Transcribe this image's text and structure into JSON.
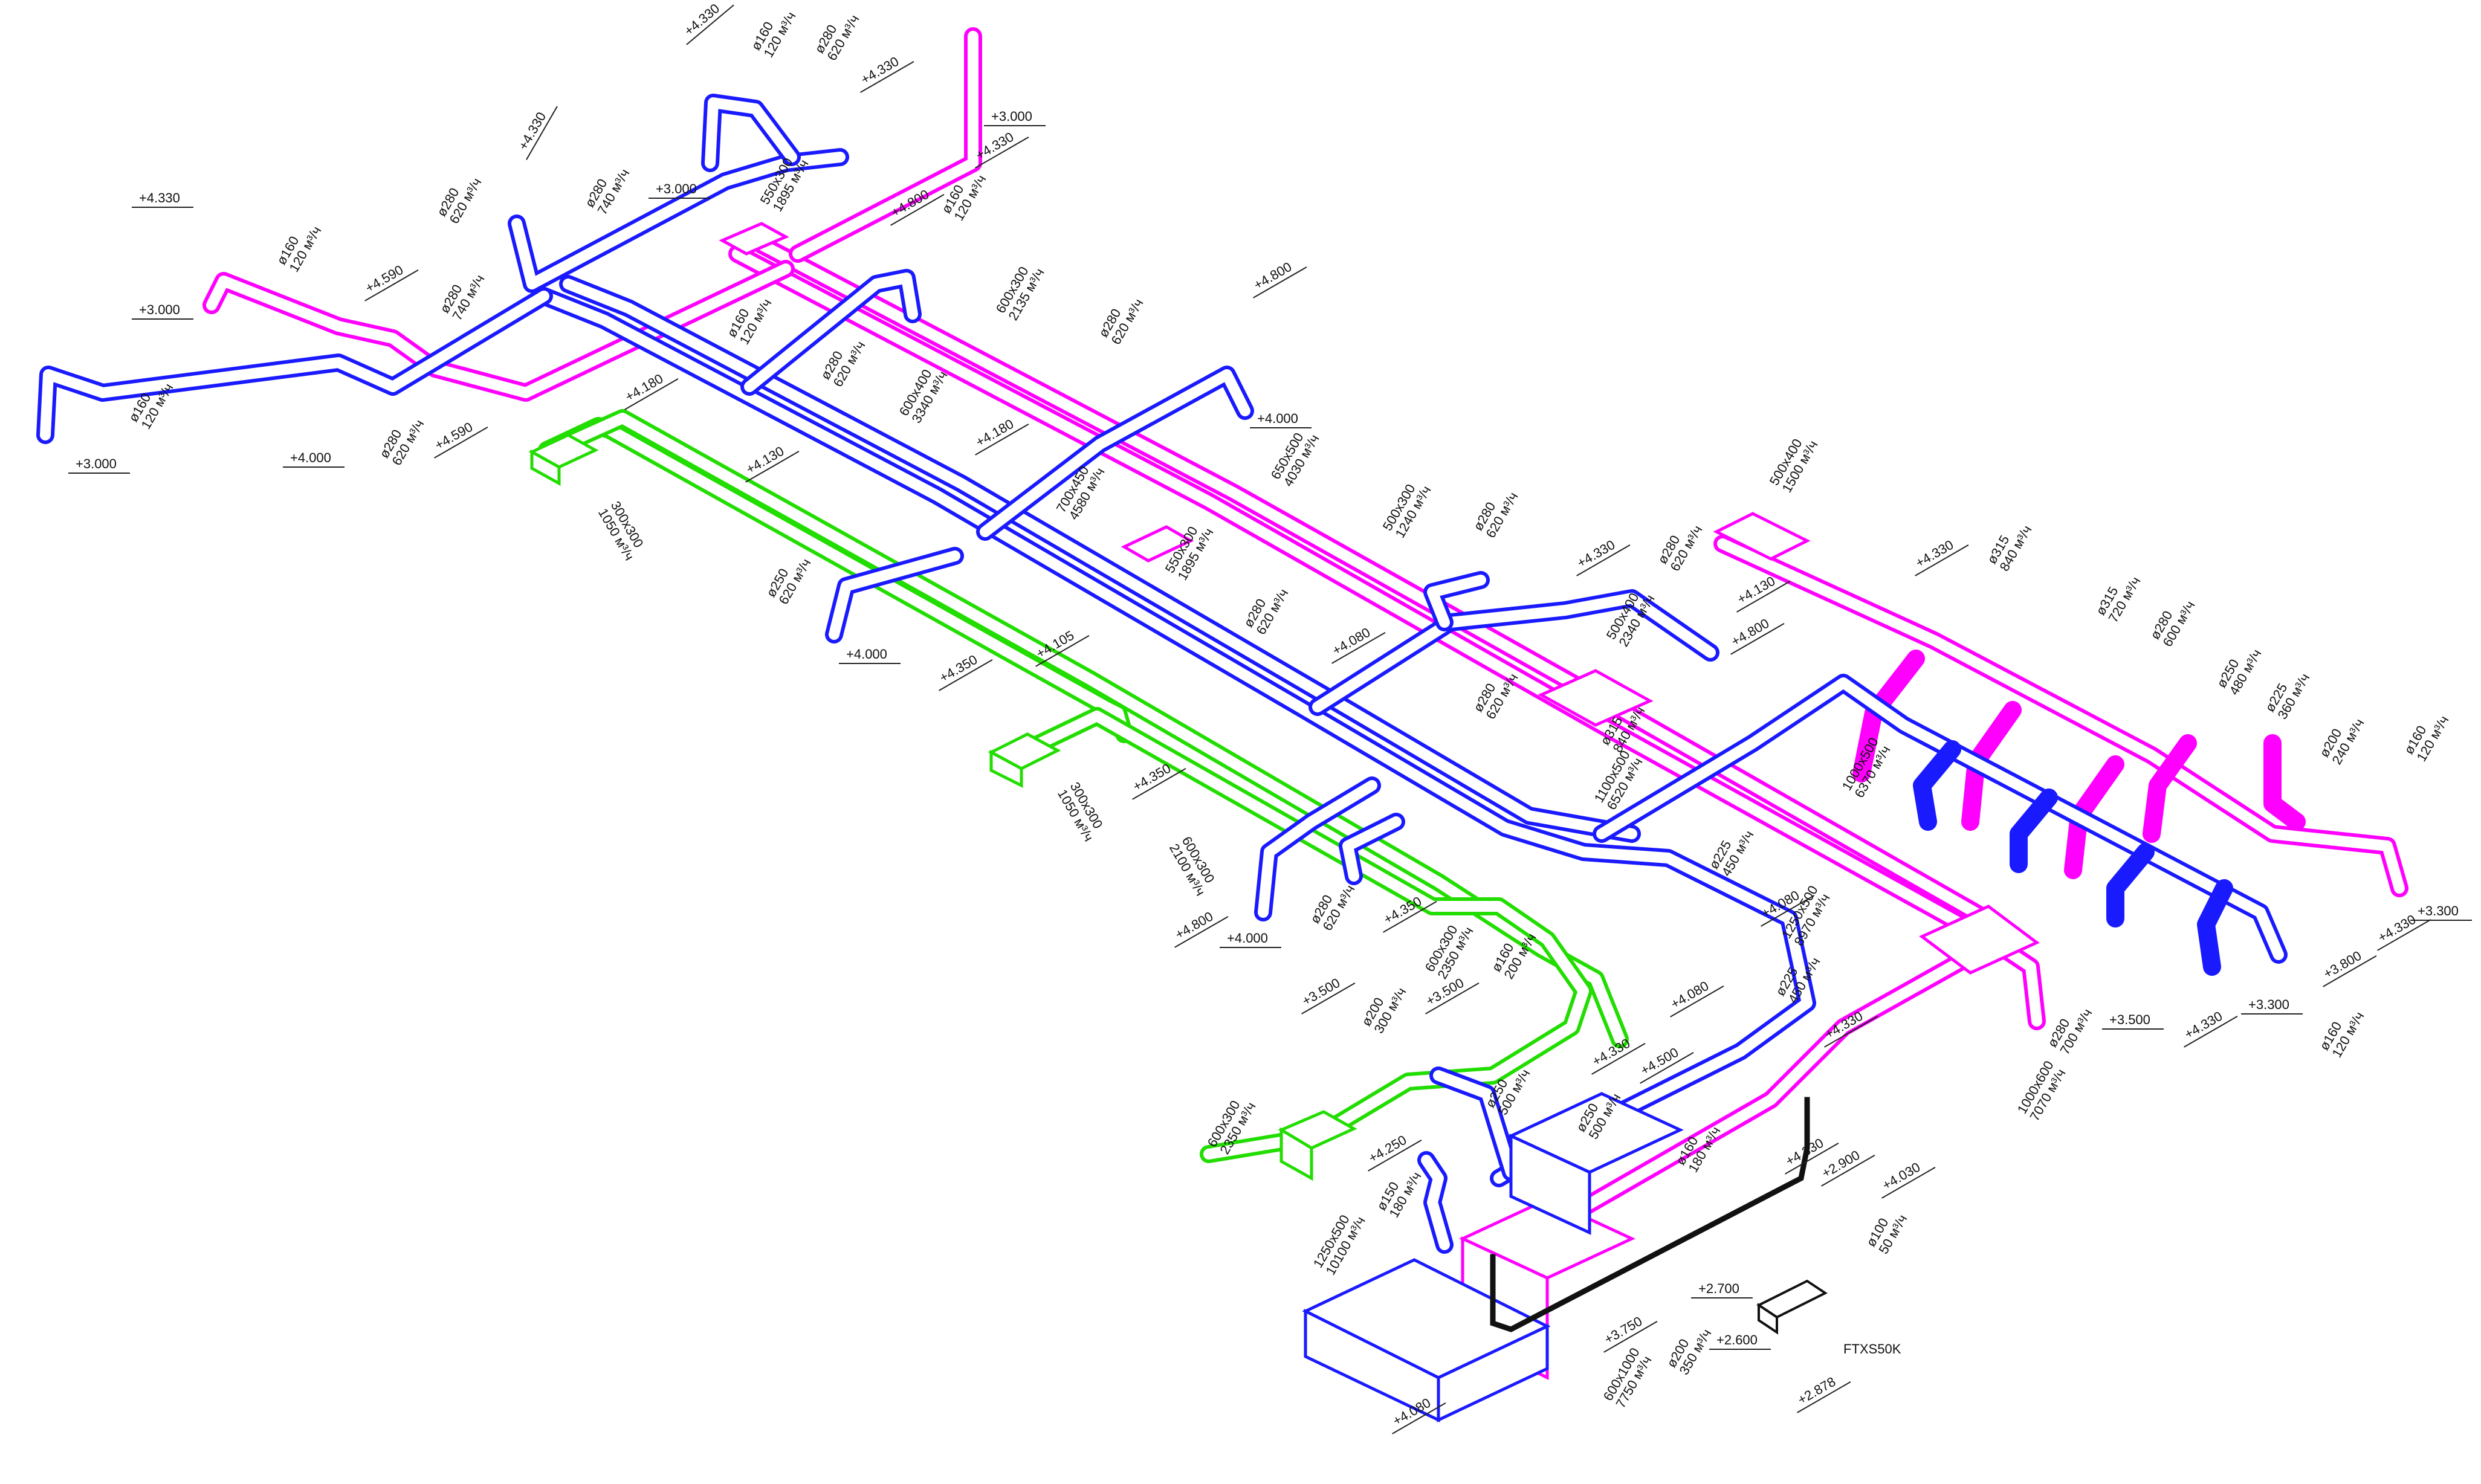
{
  "colors": {
    "supply": "#1a1aff",
    "extract": "#ff00ff",
    "outdoor": "#22dd00",
    "condensate": "#111111"
  },
  "labels": {
    "e1": [
      "+4.330"
    ],
    "e2": [
      "ø160",
      "120 м³/ч"
    ],
    "e3": [
      "ø280",
      "620 м³/ч"
    ],
    "e4": [
      "+4.330"
    ],
    "e5": [
      "+3.000"
    ],
    "e6": [
      "+4.330"
    ],
    "e7": [
      "+3.000"
    ],
    "e8": [
      "+4.330"
    ],
    "e9": [
      "ø280",
      "620 м³/ч"
    ],
    "e10": [
      "ø280",
      "740 м³/ч"
    ],
    "e11": [
      "550x300",
      "1895 м³/ч"
    ],
    "e12": [
      "+4.800"
    ],
    "e13": [
      "ø160",
      "120 м³/ч"
    ],
    "e14": [
      "+4.330"
    ],
    "e15": [
      "ø160",
      "120 м³/ч"
    ],
    "e16": [
      "+4.590"
    ],
    "e17": [
      "+3.000"
    ],
    "e18": [
      "ø280",
      "740 м³/ч"
    ],
    "e19": [
      "ø160",
      "120 м³/ч"
    ],
    "e20": [
      "600x300",
      "2135 м³/ч"
    ],
    "e21": [
      "ø280",
      "620 м³/ч"
    ],
    "e22": [
      "+4.800"
    ],
    "e23": [
      "ø160",
      "120 м³/ч"
    ],
    "e24": [
      "+3.000"
    ],
    "e25": [
      "+4.000"
    ],
    "e26": [
      "ø280",
      "620 м³/ч"
    ],
    "e27": [
      "+4.590"
    ],
    "e28": [
      "+4.180"
    ],
    "e29": [
      "ø280",
      "620 м³/ч"
    ],
    "e30": [
      "600x400",
      "3340 м³/ч"
    ],
    "e31": [
      "+4.180"
    ],
    "e32": [
      "+4.000"
    ],
    "e33": [
      "300x300",
      "1050 м³/ч"
    ],
    "e34": [
      "+4.130"
    ],
    "e35": [
      "650x500",
      "4030 м³/ч"
    ],
    "e36": [
      "700x450",
      "4580 м³/ч"
    ],
    "e37": [
      "550x300",
      "1895 м³/ч"
    ],
    "e38": [
      "500x300",
      "1240 м³/ч"
    ],
    "e39": [
      "ø280",
      "620 м³/ч"
    ],
    "e40": [
      "+4.330"
    ],
    "e41": [
      "ø280",
      "620 м³/ч"
    ],
    "e42": [
      "+4.130"
    ],
    "e43": [
      "500x400",
      "1500 м³/ч"
    ],
    "e44": [
      "+4.330"
    ],
    "e45": [
      "ø315",
      "840 м³/ч"
    ],
    "e46": [
      "ø250",
      "620 м³/ч"
    ],
    "e47": [
      "+4.000"
    ],
    "e48": [
      "+4.105"
    ],
    "e49": [
      "+4.350"
    ],
    "e50": [
      "ø280",
      "620 м³/ч"
    ],
    "e51": [
      "+4.080"
    ],
    "e52": [
      "500x400",
      "2340 м³/ч"
    ],
    "e53": [
      "+4.800"
    ],
    "e54": [
      "ø280",
      "620 м³/ч"
    ],
    "e55": [
      "ø315",
      "840 м³/ч"
    ],
    "e56": [
      "1000x500",
      "6370 м³/ч"
    ],
    "e57": [
      "ø315",
      "720 м³/ч"
    ],
    "e58": [
      "ø280",
      "600 м³/ч"
    ],
    "e59": [
      "ø250",
      "480 м³/ч"
    ],
    "e60": [
      "ø225",
      "360 м³/ч"
    ],
    "e61": [
      "ø200",
      "240 м³/ч"
    ],
    "e62": [
      "ø160",
      "120 м³/ч"
    ],
    "e63": [
      "300x300",
      "1050 м³/ч"
    ],
    "e64": [
      "+4.350"
    ],
    "e65": [
      "600x300",
      "2100 м³/ч"
    ],
    "e66": [
      "1100x500",
      "6520 м³/ч"
    ],
    "e67": [
      "ø225",
      "450 м³/ч"
    ],
    "e68": [
      "+4.080"
    ],
    "e69": [
      "+4.330"
    ],
    "e70": [
      "+3.300"
    ],
    "e71": [
      "+4.800"
    ],
    "e72": [
      "+4.000"
    ],
    "e73": [
      "ø280",
      "620 м³/ч"
    ],
    "e74": [
      "+4.350"
    ],
    "e75": [
      "600x300",
      "2350 м³/ч"
    ],
    "e76": [
      "ø160",
      "200 м³/ч"
    ],
    "e77": [
      "+4.080"
    ],
    "e78": [
      "1250x500",
      "8970 м³/ч"
    ],
    "e79": [
      "ø225",
      "450 м³/ч"
    ],
    "e80": [
      "+4.330"
    ],
    "e81": [
      "+3.800"
    ],
    "e82": [
      "+3.300"
    ],
    "e83": [
      "+3.500"
    ],
    "e84": [
      "ø200",
      "300 м³/ч"
    ],
    "e85": [
      "+3.500"
    ],
    "e86": [
      "ø280",
      "700 м³/ч"
    ],
    "e87": [
      "+3.500"
    ],
    "e88": [
      "+4.330"
    ],
    "e89": [
      "ø160",
      "120 м³/ч"
    ],
    "e90": [
      "+4.330"
    ],
    "e91": [
      "+4.500"
    ],
    "e92": [
      "ø250",
      "500 м³/ч"
    ],
    "e93": [
      "ø250",
      "500 м³/ч"
    ],
    "e94": [
      "1000x600",
      "7070 м³/ч"
    ],
    "e95": [
      "600x300",
      "2350 м³/ч"
    ],
    "e96": [
      "+4.250"
    ],
    "e97": [
      "ø160",
      "180 м³/ч"
    ],
    "e98": [
      "+4.330"
    ],
    "e99": [
      "+2.900"
    ],
    "e100": [
      "+4.030"
    ],
    "e101": [
      "ø150",
      "180 м³/ч"
    ],
    "e102": [
      "ø100",
      "50 м³/ч"
    ],
    "e103": [
      "1250x500",
      "10100 м³/ч"
    ],
    "e104": [
      "+2.700"
    ],
    "e105": [
      "+3.750"
    ],
    "e106": [
      "ø200",
      "350 м³/ч"
    ],
    "e107": [
      "+2.600"
    ],
    "e108": [
      "FTXS50K"
    ],
    "e109": [
      "+2.878"
    ],
    "e110": [
      "600x1000",
      "7750 м³/ч"
    ],
    "e111": [
      "+4.080"
    ]
  }
}
